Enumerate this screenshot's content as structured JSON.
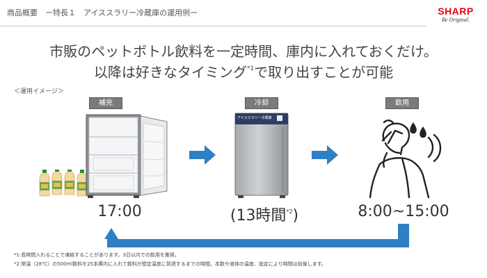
{
  "header": {
    "breadcrumb": "商品概要　ー特長１　アイススラリー冷蔵庫の運用例ー"
  },
  "brand": {
    "name": "SHARP",
    "tagline": "Be Original.",
    "color": "#e60012"
  },
  "headline": {
    "line1": "市販のペットボトル飲料を一定時間、庫内に入れておくだけ。",
    "line2_main": "以降は好きなタイミング",
    "line2_note": "*1",
    "line2_rest": "で取り出すことが可能"
  },
  "usage_label": "＜運用イメージ＞",
  "steps": [
    {
      "label": "補充",
      "time": "17:00"
    },
    {
      "label": "冷却",
      "time_pre": "(13時間",
      "time_note": "*2",
      "time_post": ")"
    },
    {
      "label": "飲用",
      "time": "8:00~15:00"
    }
  ],
  "fridge_label": "アイススラリー冷蔵庫",
  "footnotes": {
    "note1": "*1:長時間入れることで凍結することがあります。3日以内での飲用を推奨。",
    "note2": "*2:常温（28℃）の500ml飲料を25本庫内に入れて飲料が想定温度に到達するまでの時間。本数や液体の温度、設定により時間は前後します。"
  },
  "colors": {
    "arrow": "#2f7fc4",
    "tag": "#7b7b7b"
  },
  "icons": {
    "flow_arrow": "right-arrow-icon",
    "cycle_arrow": "return-loop-arrow-icon"
  }
}
